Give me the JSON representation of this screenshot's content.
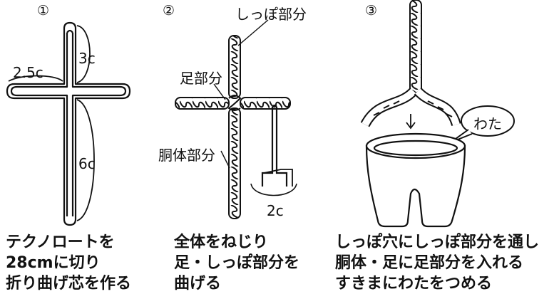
{
  "steps": [
    {
      "number": "①",
      "labels": {
        "top": "3c",
        "arm": "2.5c",
        "bottom": "6c"
      },
      "caption": [
        "テクノロートを",
        "28cmに切り",
        "折り曲げ芯を作る"
      ]
    },
    {
      "number": "②",
      "labels": {
        "tail": "しっぽ部分",
        "legs": "足部分",
        "body": "胴体部分",
        "measure": "2c"
      },
      "caption": [
        "全体をねじり",
        "足・しっぽ部分を",
        "曲げる"
      ]
    },
    {
      "number": "③",
      "labels": {
        "cotton": "わた"
      },
      "caption": [
        "しっぽ穴にしっぽ部分を通し",
        "胴体・足に足部分を入れる",
        "すきまにわたをつめる"
      ]
    }
  ]
}
